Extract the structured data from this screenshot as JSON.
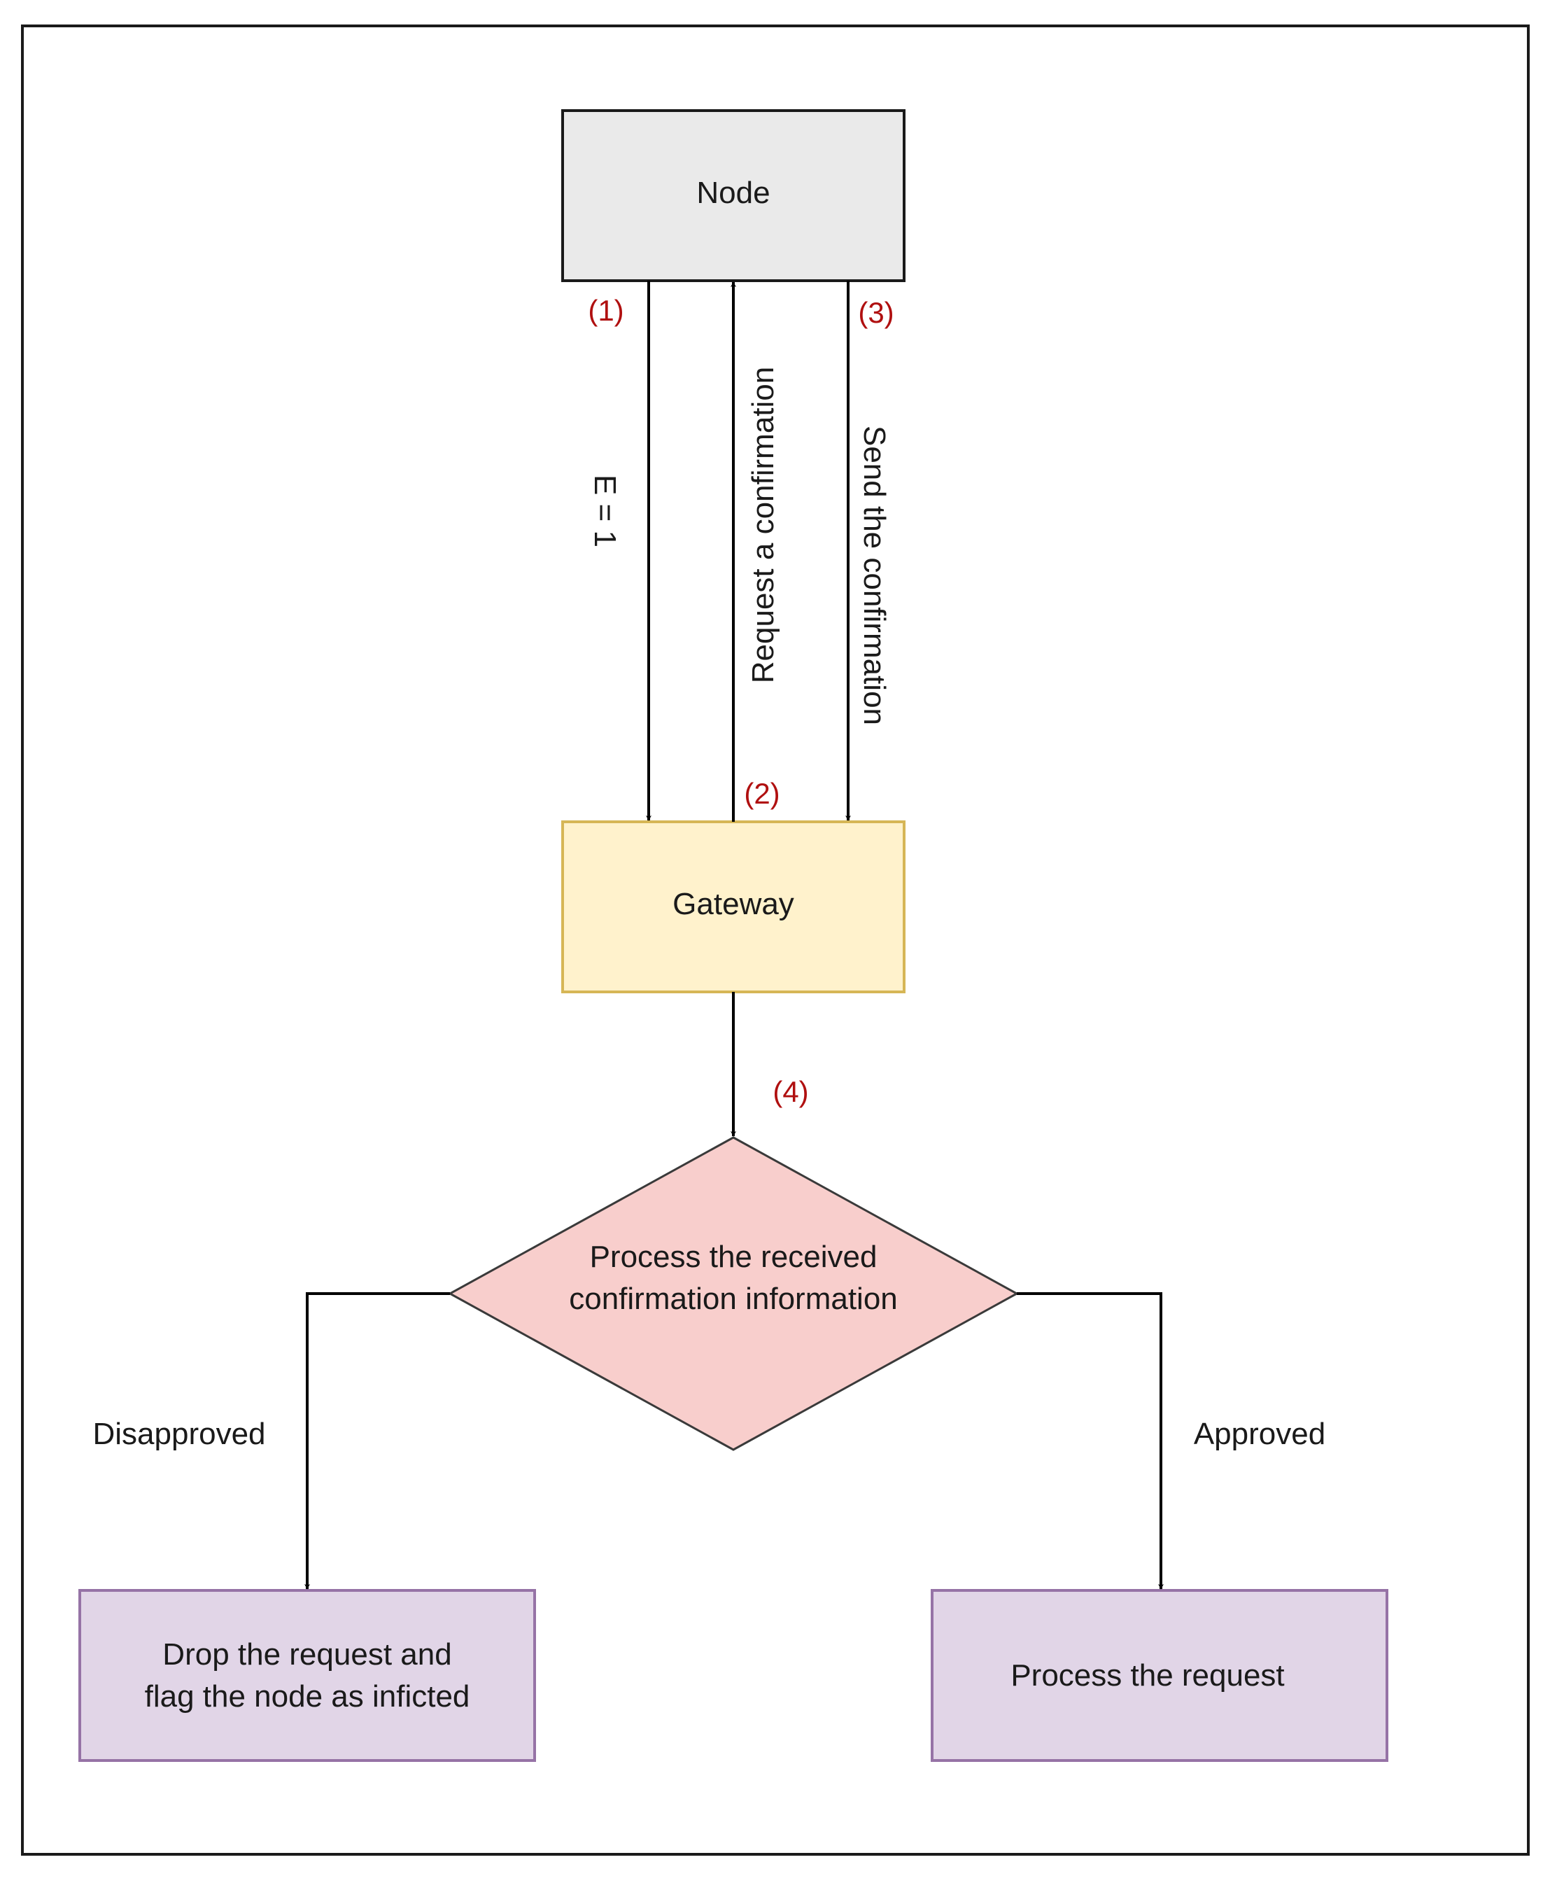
{
  "diagram": {
    "nodes": {
      "node": {
        "label": "Node",
        "fill": "#eaeaea",
        "stroke": "#1a1a1a"
      },
      "gateway": {
        "label": "Gateway",
        "fill": "#fff2cc",
        "stroke": "#d6b656"
      },
      "decision": {
        "line1": "Process the received",
        "line2": "confirmation information",
        "fill": "#f8cecc",
        "stroke": "#3a3a3a"
      },
      "drop": {
        "line1": "Drop the request and",
        "line2": "flag the node as inficted",
        "fill": "#e1d5e7",
        "stroke": "#9673a6"
      },
      "process": {
        "label": "Process the request",
        "fill": "#e1d5e7",
        "stroke": "#9673a6"
      }
    },
    "edges": {
      "e1_label": "E = 1",
      "e2_label": "Request a confirmation",
      "e3_label": "Send the confirmation",
      "disapproved": "Disapproved",
      "approved": "Approved"
    },
    "steps": {
      "s1": "(1)",
      "s2": "(2)",
      "s3": "(3)",
      "s4": "(4)"
    },
    "colors": {
      "step": "#b01010",
      "line": "#000000"
    }
  }
}
